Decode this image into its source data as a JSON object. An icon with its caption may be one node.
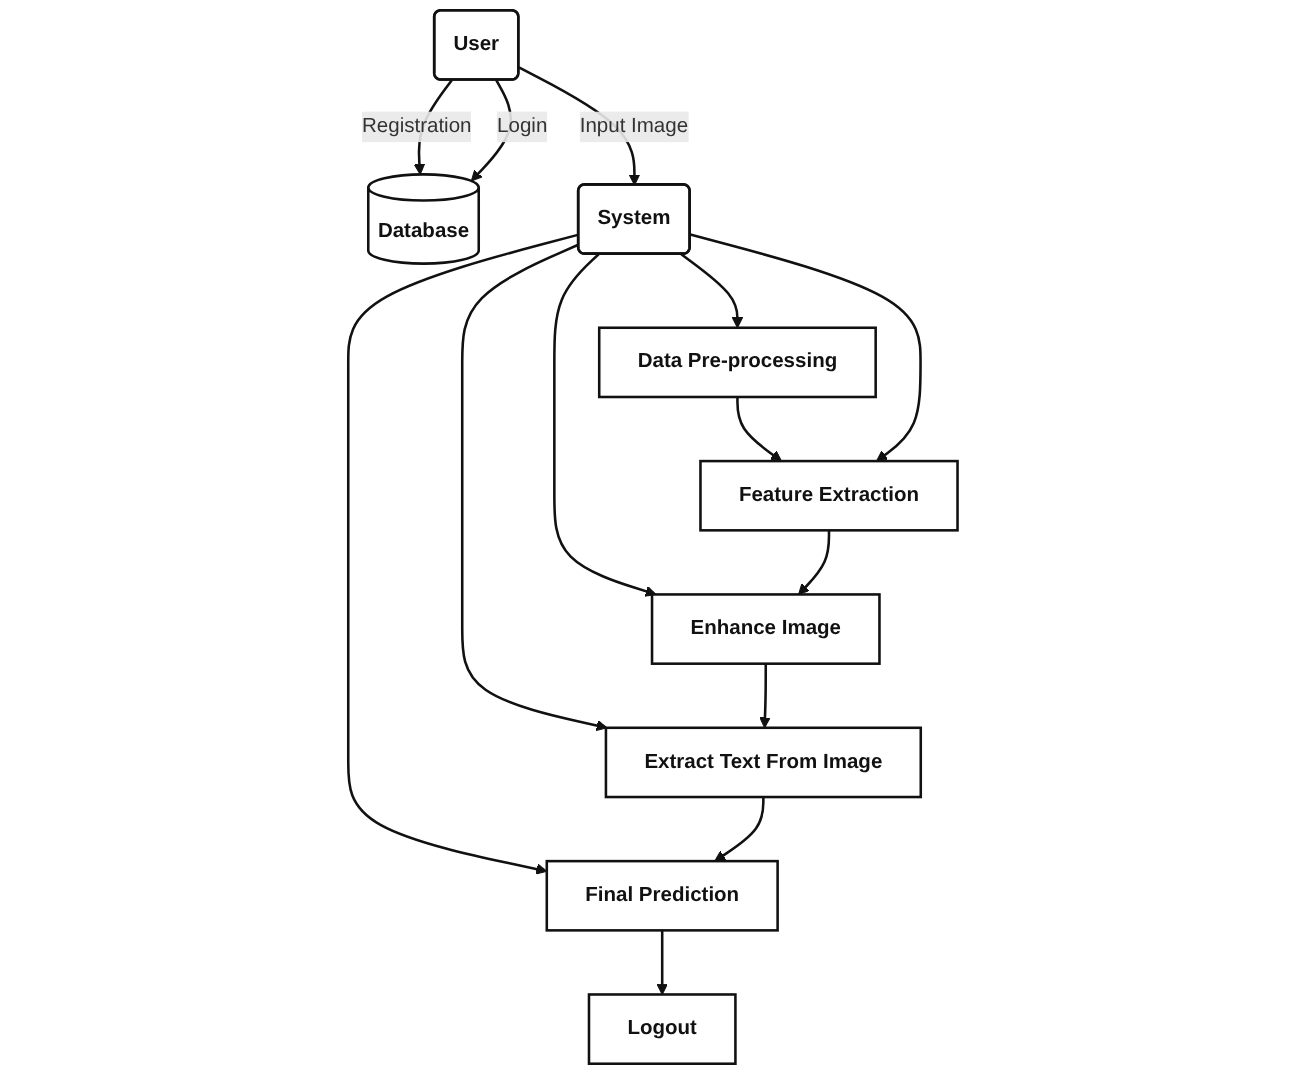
{
  "diagram": {
    "nodes": [
      {
        "text": [
          "User"
        ]
      },
      {
        "text": [
          "Database"
        ]
      },
      {
        "text": [
          "Logout"
        ]
      },
      {
        "text": [
          "Final Prediction"
        ]
      },
      {
        "text": [
          "System"
        ]
      },
      {
        "text": [
          "Data Pre-processing"
        ]
      },
      {
        "text": [
          "Extract Text From Image"
        ]
      },
      {
        "text": [
          "Feature Extraction"
        ]
      },
      {
        "text": [
          "Enhance Image"
        ]
      }
    ],
    "edges": [
      {
        "from": 0,
        "to": 1,
        "arrow": "to",
        "label": "Registration"
      },
      {
        "from": 0,
        "to": 1,
        "arrow": "to",
        "label": "Login"
      },
      {
        "from": 0,
        "to": 4,
        "arrow": "to",
        "label": "Input Image"
      },
      {
        "from": 4,
        "to": 3,
        "arrow": "to"
      },
      {
        "from": 3,
        "to": 2,
        "arrow": "to"
      },
      {
        "from": 4,
        "to": 5,
        "arrow": "to"
      },
      {
        "from": 5,
        "to": 7,
        "arrow": "to"
      },
      {
        "from": 4,
        "to": 6,
        "arrow": "to"
      },
      {
        "from": 4,
        "to": 8,
        "arrow": "to"
      },
      {
        "from": 4,
        "to": 7,
        "arrow": "to"
      },
      {
        "from": 7,
        "to": 8,
        "arrow": "to"
      },
      {
        "from": 8,
        "to": 6,
        "arrow": "to"
      },
      {
        "from": 6,
        "to": 3,
        "arrow": "to"
      }
    ]
  }
}
